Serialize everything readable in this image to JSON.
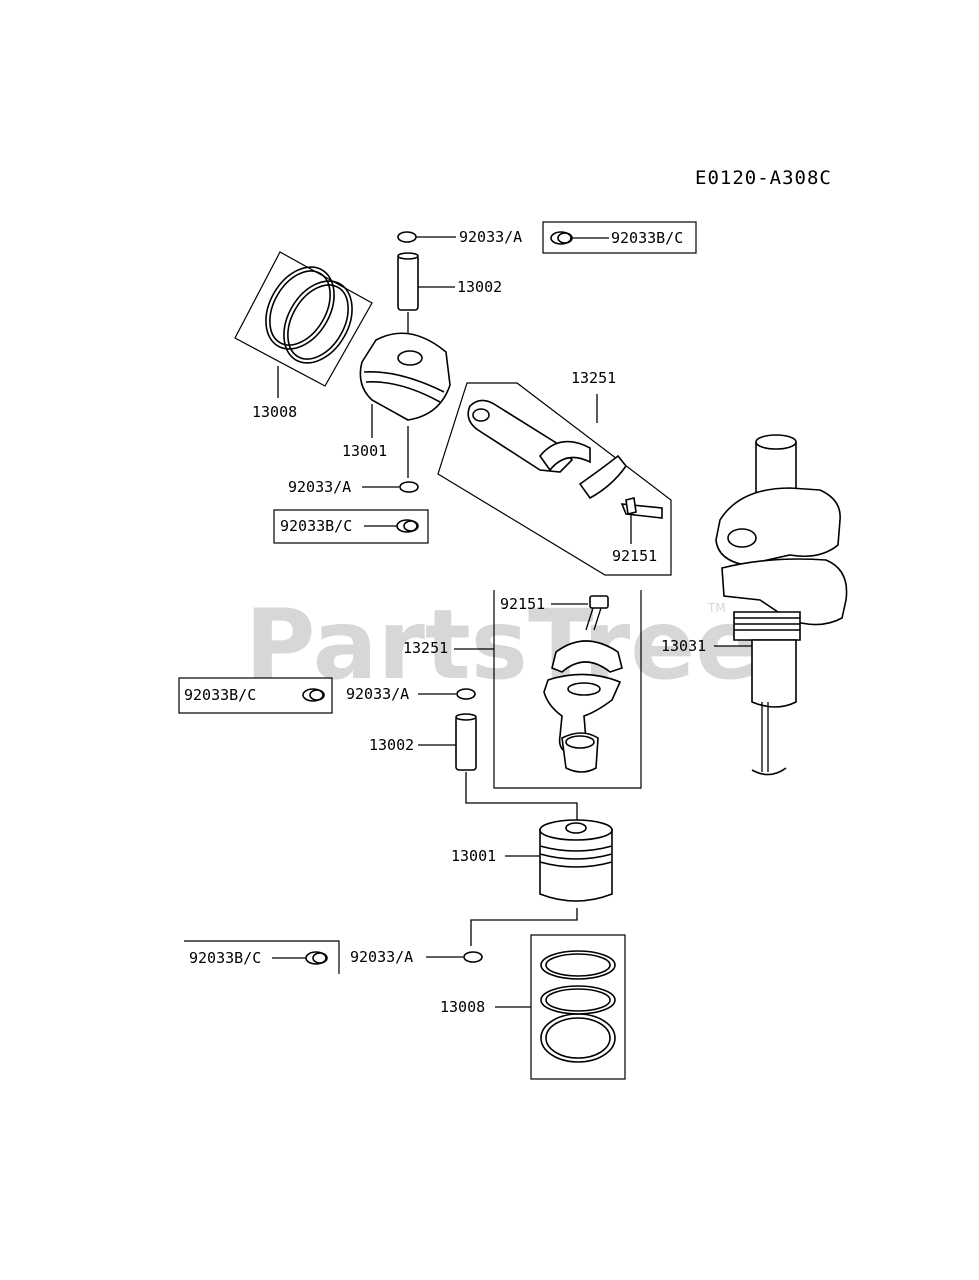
{
  "diagram_code": "E0120-A308C",
  "watermark": {
    "text": "PartsTree",
    "tm": "TM"
  },
  "labels": {
    "ring_a_top": "92033/A",
    "ring_bc_top": "92033B/C",
    "pin_top": "13002",
    "rings_top": "13008",
    "piston_top": "13001",
    "ring_a_mid": "92033/A",
    "ring_bc_mid": "92033B/C",
    "rod_top": "13251",
    "bolt_top": "92151",
    "crankshaft": "13031",
    "bolt_lower": "92151",
    "rod_lower": "13251",
    "ring_bc_lower": "92033B/C",
    "ring_a_lower": "92033/A",
    "pin_lower": "13002",
    "piston_lower": "13001",
    "ring_bc_bottom": "92033B/C",
    "ring_a_bottom": "92033/A",
    "rings_bottom": "13008"
  }
}
